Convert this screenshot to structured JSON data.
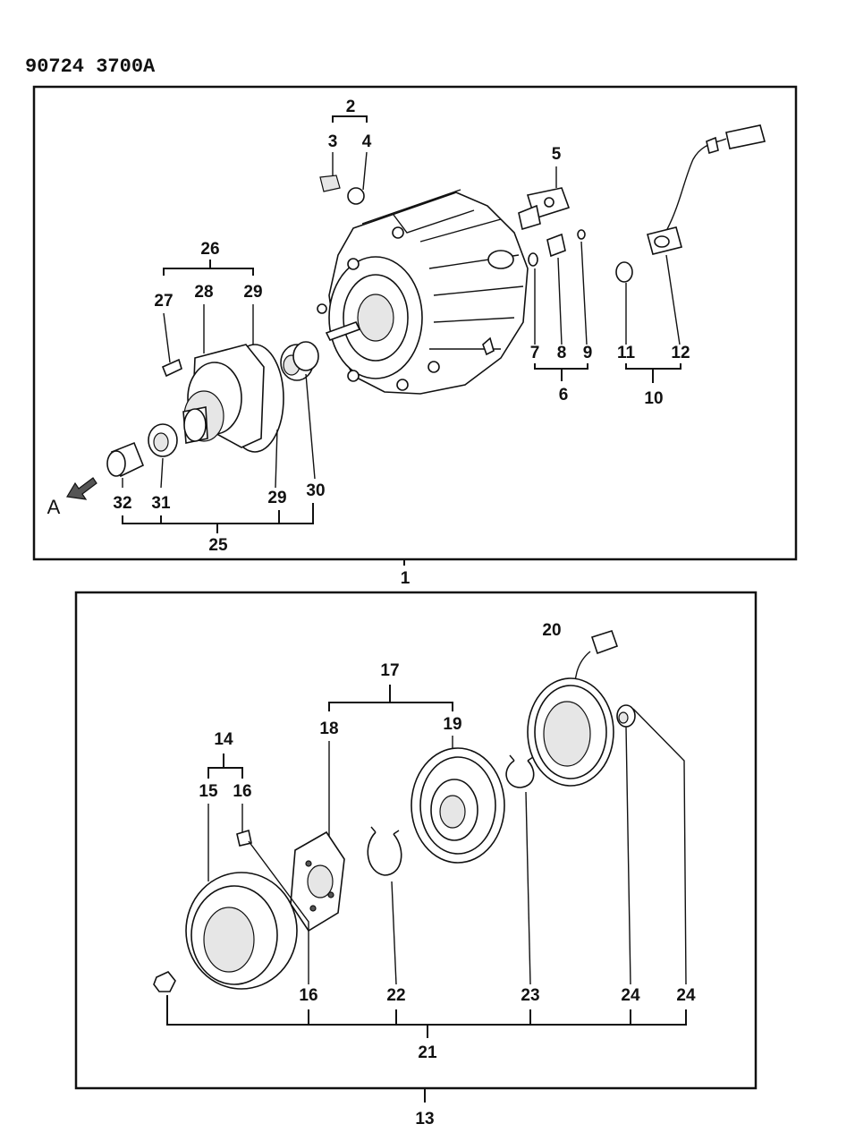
{
  "document_id": "90724 3700A",
  "view_marker": "A",
  "callouts": {
    "c1": "1",
    "c2": "2",
    "c3": "3",
    "c4": "4",
    "c5": "5",
    "c6": "6",
    "c7": "7",
    "c8": "8",
    "c9": "9",
    "c10": "10",
    "c11": "11",
    "c12": "12",
    "c13": "13",
    "c14": "14",
    "c15": "15",
    "c16a": "16",
    "c16b": "16",
    "c17": "17",
    "c18": "18",
    "c19": "19",
    "c20": "20",
    "c21": "21",
    "c22": "22",
    "c23": "23",
    "c24a": "24",
    "c24b": "24",
    "c25": "25",
    "c26": "26",
    "c27": "27",
    "c28": "28",
    "c29a": "29",
    "c29b": "29",
    "c30": "30",
    "c31": "31",
    "c32": "32"
  }
}
